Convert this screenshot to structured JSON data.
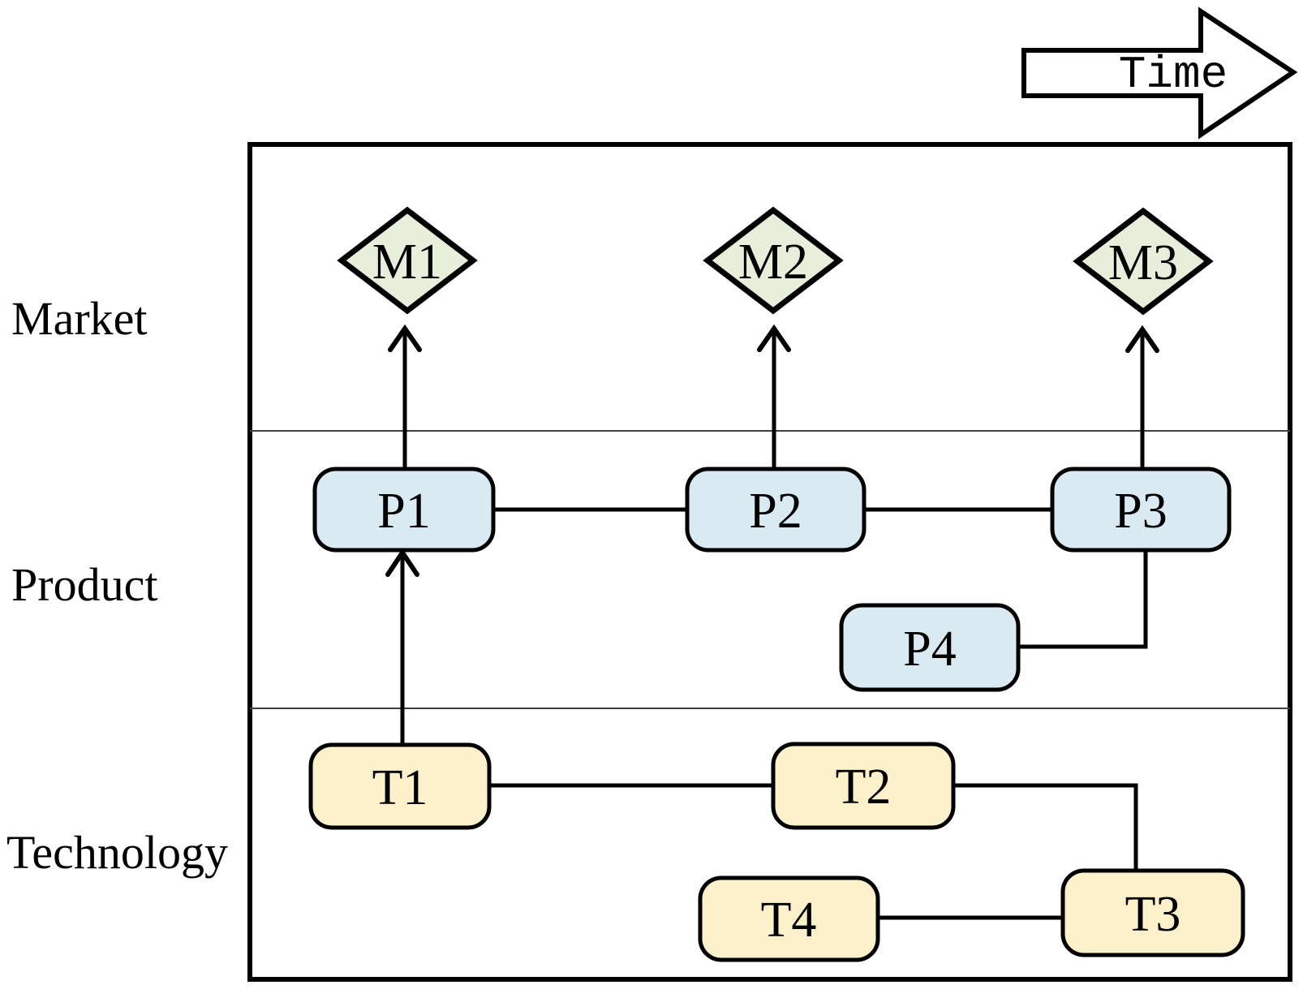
{
  "diagram": {
    "type": "roadmap-swimlane",
    "time_axis_label": "Time",
    "lanes": [
      {
        "id": "market",
        "label": "Market"
      },
      {
        "id": "product",
        "label": "Product"
      },
      {
        "id": "technology",
        "label": "Technology"
      }
    ],
    "nodes": {
      "M1": {
        "label": "M1",
        "lane": "market",
        "shape": "diamond"
      },
      "M2": {
        "label": "M2",
        "lane": "market",
        "shape": "diamond"
      },
      "M3": {
        "label": "M3",
        "lane": "market",
        "shape": "diamond"
      },
      "P1": {
        "label": "P1",
        "lane": "product",
        "shape": "rounded-rect"
      },
      "P2": {
        "label": "P2",
        "lane": "product",
        "shape": "rounded-rect"
      },
      "P3": {
        "label": "P3",
        "lane": "product",
        "shape": "rounded-rect"
      },
      "P4": {
        "label": "P4",
        "lane": "product",
        "shape": "rounded-rect"
      },
      "T1": {
        "label": "T1",
        "lane": "technology",
        "shape": "rounded-rect"
      },
      "T2": {
        "label": "T2",
        "lane": "technology",
        "shape": "rounded-rect"
      },
      "T3": {
        "label": "T3",
        "lane": "technology",
        "shape": "rounded-rect"
      },
      "T4": {
        "label": "T4",
        "lane": "technology",
        "shape": "rounded-rect"
      }
    },
    "edges": [
      {
        "from": "P1",
        "to": "M1",
        "style": "arrow"
      },
      {
        "from": "P2",
        "to": "M2",
        "style": "arrow"
      },
      {
        "from": "P3",
        "to": "M3",
        "style": "arrow"
      },
      {
        "from": "T1",
        "to": "P1",
        "style": "arrow"
      },
      {
        "from": "P1",
        "to": "P2",
        "style": "line"
      },
      {
        "from": "P2",
        "to": "P3",
        "style": "line"
      },
      {
        "from": "P4",
        "to": "P3",
        "style": "elbow-line"
      },
      {
        "from": "T1",
        "to": "T2",
        "style": "line"
      },
      {
        "from": "T2",
        "to": "T3",
        "style": "elbow-line"
      },
      {
        "from": "T4",
        "to": "T3",
        "style": "line"
      }
    ],
    "colors": {
      "milestone_fill": "#e7eeda",
      "product_fill": "#d9eaf2",
      "technology_fill": "#fdf1cc",
      "outline": "#000000",
      "lane_divider": "#3f3f3f",
      "background": "#ffffff"
    }
  }
}
